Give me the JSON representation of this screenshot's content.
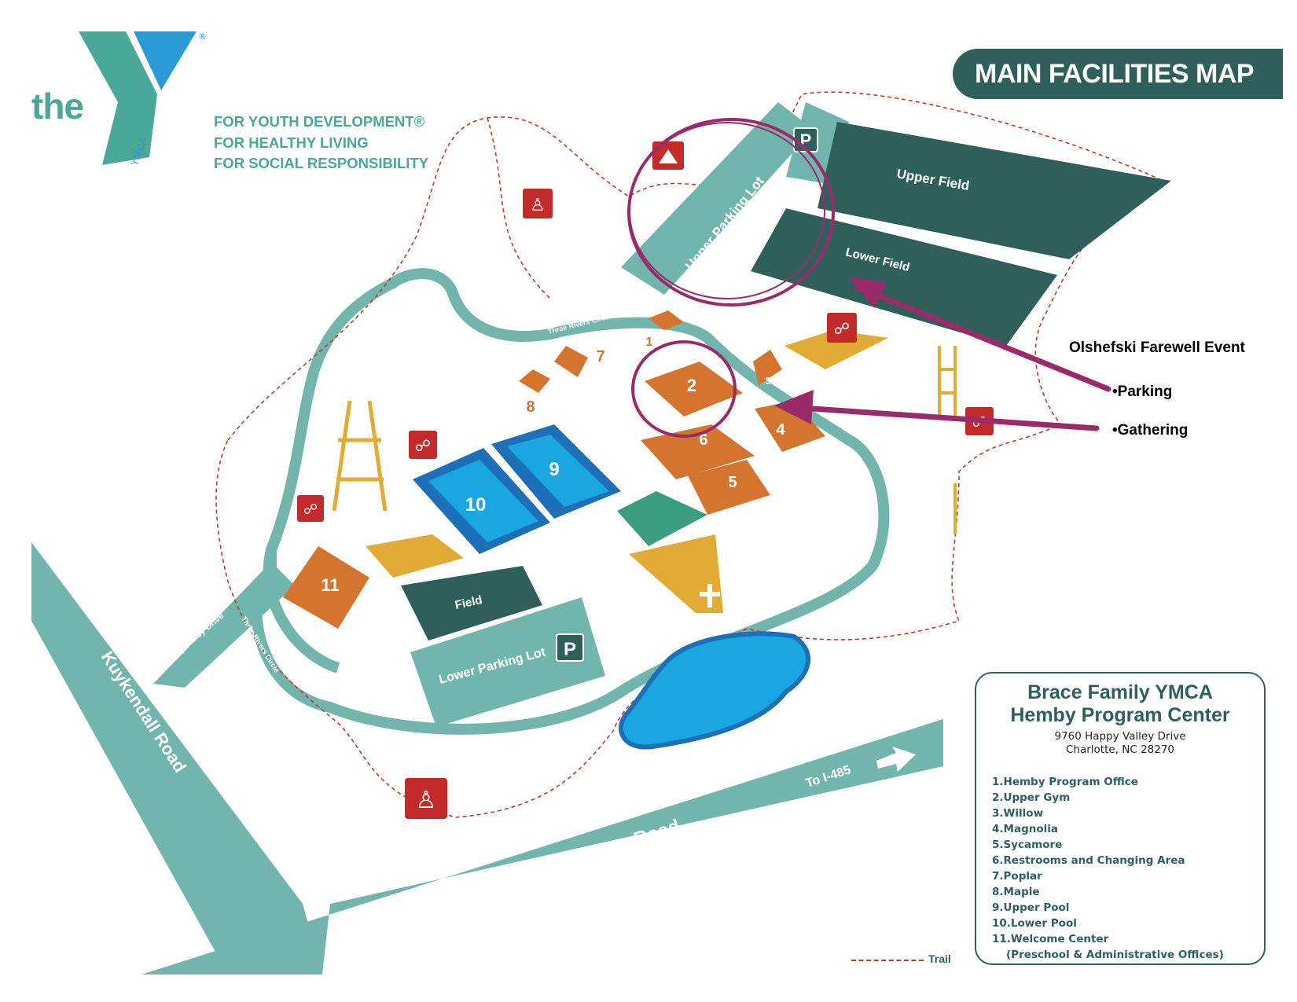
{
  "header": {
    "logo_text": "the",
    "logo_ymca": "YMCA",
    "logo_reg": "®",
    "taglines": [
      "FOR YOUTH DEVELOPMENT®",
      "FOR HEALTHY LIVING",
      "FOR SOCIAL RESPONSIBILITY"
    ],
    "title": "MAIN FACILITIES MAP"
  },
  "annotations": {
    "event_title": "Olshefski Farewell Event",
    "parking": "•Parking",
    "gathering": "•Gathering",
    "ink_color": "#9b2a68"
  },
  "roads": {
    "providence": "Providence Road",
    "kuykendall": "Kuykendall Road",
    "to_i485": "To I-485",
    "happy_valley": "Happy Valley Drive",
    "three_rivers": "Three Rivers Circle"
  },
  "areas": {
    "upper_parking": "Upper Parking Lot",
    "lower_parking": "Lower Parking Lot",
    "upper_field": "Upper Field",
    "lower_field": "Lower Field",
    "field": "Field",
    "parking_symbol": "P"
  },
  "buildings": {
    "b1": "1",
    "b2": "2",
    "b3": "3",
    "b4": "4",
    "b5": "5",
    "b6": "6",
    "b7": "7",
    "b8": "8",
    "b9": "9",
    "b10": "10",
    "b11": "11"
  },
  "info": {
    "name_line1": "Brace Family YMCA",
    "name_line2": "Hemby Program Center",
    "addr_line1": "9760 Happy Valley Drive",
    "addr_line2": "Charlotte, NC 28270",
    "legend": [
      "1.Hemby Program Office",
      "2.Upper Gym",
      "3.Willow",
      "4.Magnolia",
      "5.Sycamore",
      "6.Restrooms and Changing Area",
      "7.Poplar",
      "8.Maple",
      "9.Upper Pool",
      "10.Lower Pool",
      "11.Welcome Center",
      "(Preschool & Administrative Offices)"
    ],
    "trail_label": "Trail"
  },
  "colors": {
    "road": "#72b5ad",
    "dark_field": "#2f5f5b",
    "building": "#d4742f",
    "pool": "#1aa6e0",
    "pool_border": "#1d6fb8",
    "yellow": "#e2ab36",
    "trail": "#c0392b",
    "icon_red": "#c32b2b",
    "lake": "#1aa6e0"
  },
  "icons": [
    "hiker-icon",
    "camp-tent-icon",
    "zipline-icon",
    "climbing-icon",
    "tower-icon",
    "parking-icon",
    "cross-icon"
  ]
}
